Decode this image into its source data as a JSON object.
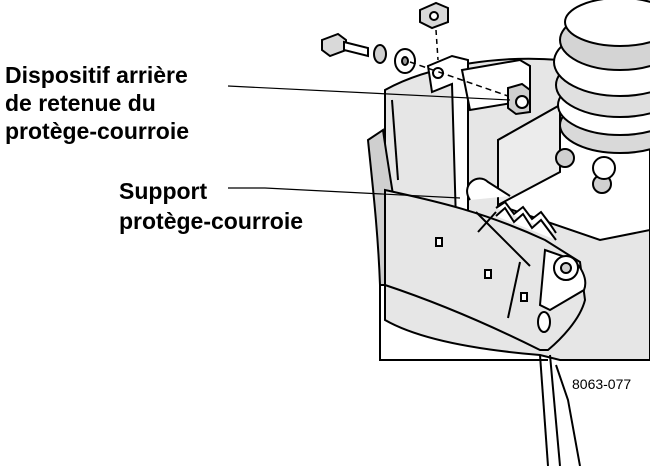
{
  "callouts": {
    "retainer": {
      "line1": "Dispositif arrière",
      "line2": "de retenue du",
      "line3": "protège-courroie"
    },
    "support": {
      "line1": "Support",
      "line2": "protège-courroie"
    }
  },
  "figure_number": "8063-077",
  "colors": {
    "line": "#000000",
    "shade": "#d9d9d9",
    "dark_shade": "#9a9a9a",
    "background": "#ffffff"
  }
}
